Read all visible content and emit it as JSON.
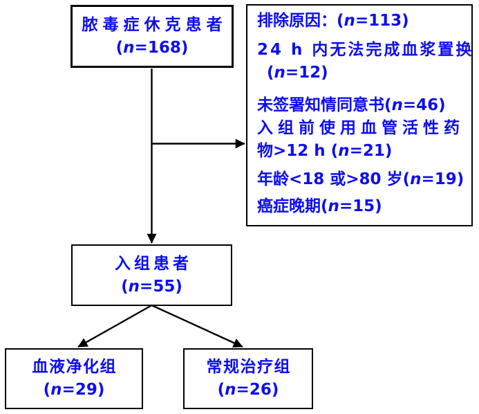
{
  "colors": {
    "text_blue": "#0d0df0",
    "line_black": "#000000",
    "background": "#ffffff"
  },
  "boxes": {
    "screened": {
      "name": "脓毒症休克患者",
      "count": [
        {
          "t": "("
        },
        {
          "t": "n",
          "i": true
        },
        {
          "t": "=168)"
        }
      ]
    },
    "excluded": {
      "lines": [
        {
          "segs": [
            {
              "t": "排除原因：("
            },
            {
              "t": "n",
              "i": true
            },
            {
              "t": "=113)"
            }
          ]
        },
        {
          "segs": [
            {
              "t": "24 h 内无法完成血浆置换"
            }
          ]
        },
        {
          "segs": [
            {
              "t": "("
            },
            {
              "t": "n",
              "i": true
            },
            {
              "t": "=12)"
            }
          ]
        },
        {
          "segs": [
            {
              "t": "未签署知情同意书("
            },
            {
              "t": "n",
              "i": true
            },
            {
              "t": "=46)"
            }
          ]
        },
        {
          "segs": [
            {
              "t": "入组前使用血管活性药"
            }
          ]
        },
        {
          "segs": [
            {
              "t": "物>12 h ("
            },
            {
              "t": "n",
              "i": true
            },
            {
              "t": "=21)"
            }
          ]
        },
        {
          "segs": [
            {
              "t": "年龄<18 或>80 岁("
            },
            {
              "t": "n",
              "i": true
            },
            {
              "t": "=19)"
            }
          ]
        },
        {
          "segs": [
            {
              "t": "癌症晚期("
            },
            {
              "t": "n",
              "i": true
            },
            {
              "t": "=15)"
            }
          ]
        }
      ]
    },
    "enrolled": {
      "name": "入组患者",
      "count": [
        {
          "t": "("
        },
        {
          "t": "n",
          "i": true
        },
        {
          "t": "=55)"
        }
      ]
    },
    "blood_purification": {
      "name": "血液净化组",
      "count": [
        {
          "t": "("
        },
        {
          "t": "n",
          "i": true
        },
        {
          "t": "=29)"
        }
      ]
    },
    "conventional": {
      "name": "常规治疗组",
      "count": [
        {
          "t": "("
        },
        {
          "t": "n",
          "i": true
        },
        {
          "t": "=26)"
        }
      ]
    }
  }
}
